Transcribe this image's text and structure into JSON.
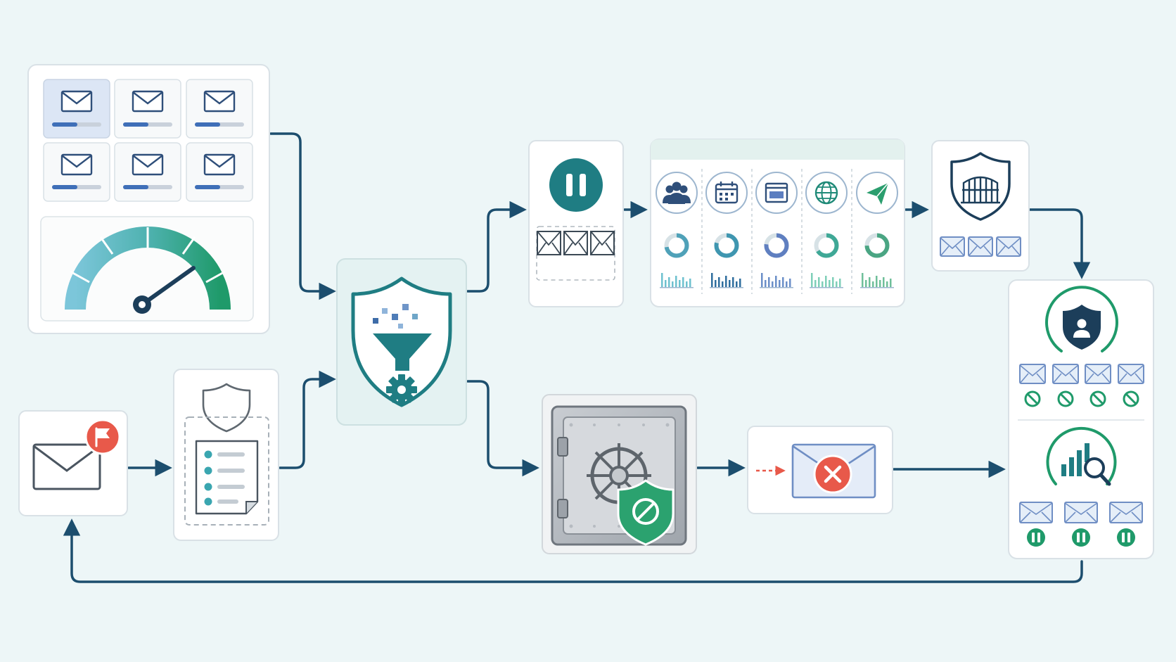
{
  "colors": {
    "background": "#EDF6F7",
    "card_fill": "#FFFFFF",
    "card_border": "#D9E1E6",
    "connector": "#1C4E6E",
    "accent_teal": "#1F7D83",
    "accent_green": "#1F9A6A",
    "email_blue": "#5C7EC0",
    "alert_red": "#E8594A",
    "vault_gray": "#A9AFB6"
  },
  "diagram": {
    "type": "email-security-flow",
    "nodes": [
      {
        "id": "mailbox-batch",
        "icons": [
          "envelope-icon",
          "progress-bar",
          "speedometer-gauge"
        ]
      },
      {
        "id": "reported-email",
        "icons": [
          "envelope-icon",
          "flag-icon"
        ]
      },
      {
        "id": "policy-checklist",
        "icons": [
          "shield-outline-icon",
          "checklist-icon"
        ]
      },
      {
        "id": "security-filter",
        "icons": [
          "shield-icon",
          "funnel-icon",
          "gear-icon"
        ]
      },
      {
        "id": "hold-queue",
        "icons": [
          "pause-icon",
          "envelope-icon"
        ]
      },
      {
        "id": "analysis-panel",
        "icons": [
          "users-icon",
          "calendar-icon",
          "browser-icon",
          "globe-icon",
          "send-icon",
          "ring-chart",
          "mini-bar-chart"
        ]
      },
      {
        "id": "gated-release",
        "icons": [
          "shield-gate-icon",
          "envelope-icon"
        ]
      },
      {
        "id": "quarantine-vault",
        "icons": [
          "vault-icon",
          "shield-block-icon"
        ]
      },
      {
        "id": "rejected-email",
        "icons": [
          "envelope-icon",
          "x-icon",
          "dashed-arrow"
        ]
      },
      {
        "id": "review-summary",
        "icons": [
          "user-shield-icon",
          "envelope-icon",
          "block-icon",
          "chart-search-icon",
          "pause-icon"
        ]
      }
    ],
    "edges": [
      {
        "from": "mailbox-batch",
        "to": "security-filter"
      },
      {
        "from": "reported-email",
        "to": "policy-checklist"
      },
      {
        "from": "policy-checklist",
        "to": "security-filter"
      },
      {
        "from": "security-filter",
        "to": "hold-queue"
      },
      {
        "from": "security-filter",
        "to": "quarantine-vault"
      },
      {
        "from": "hold-queue",
        "to": "analysis-panel"
      },
      {
        "from": "analysis-panel",
        "to": "gated-release"
      },
      {
        "from": "gated-release",
        "to": "review-summary"
      },
      {
        "from": "quarantine-vault",
        "to": "rejected-email"
      },
      {
        "from": "rejected-email",
        "to": "review-summary"
      },
      {
        "from": "review-summary",
        "to": "reported-email"
      }
    ]
  }
}
